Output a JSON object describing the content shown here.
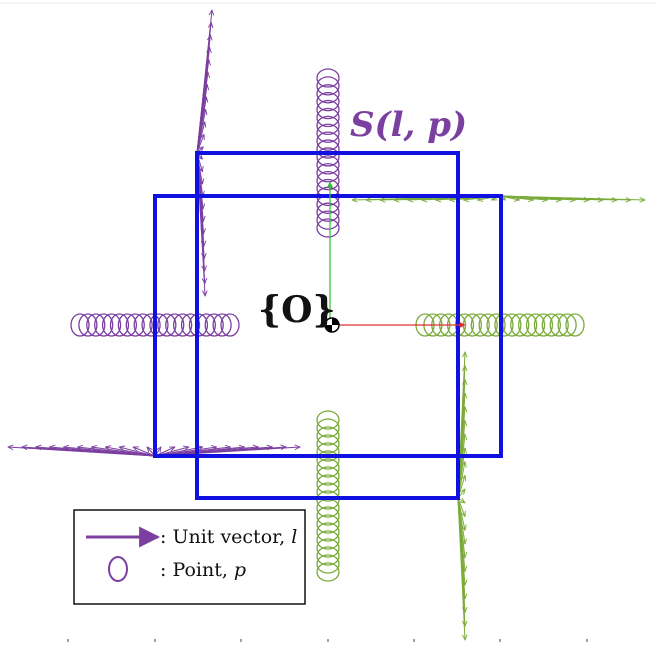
{
  "diagram": {
    "set_label": "S(l, p)",
    "origin_label": "{O}",
    "legend": {
      "vector_label": ": Unit vector, ",
      "vector_symbol": "l",
      "point_label": ": Point, ",
      "point_symbol": "p"
    },
    "colors": {
      "purple": "#7b3fa0",
      "green": "#7aab3a",
      "blue": "#1010e0",
      "axis_x": "#e03030",
      "axis_y": "#30c030"
    }
  }
}
